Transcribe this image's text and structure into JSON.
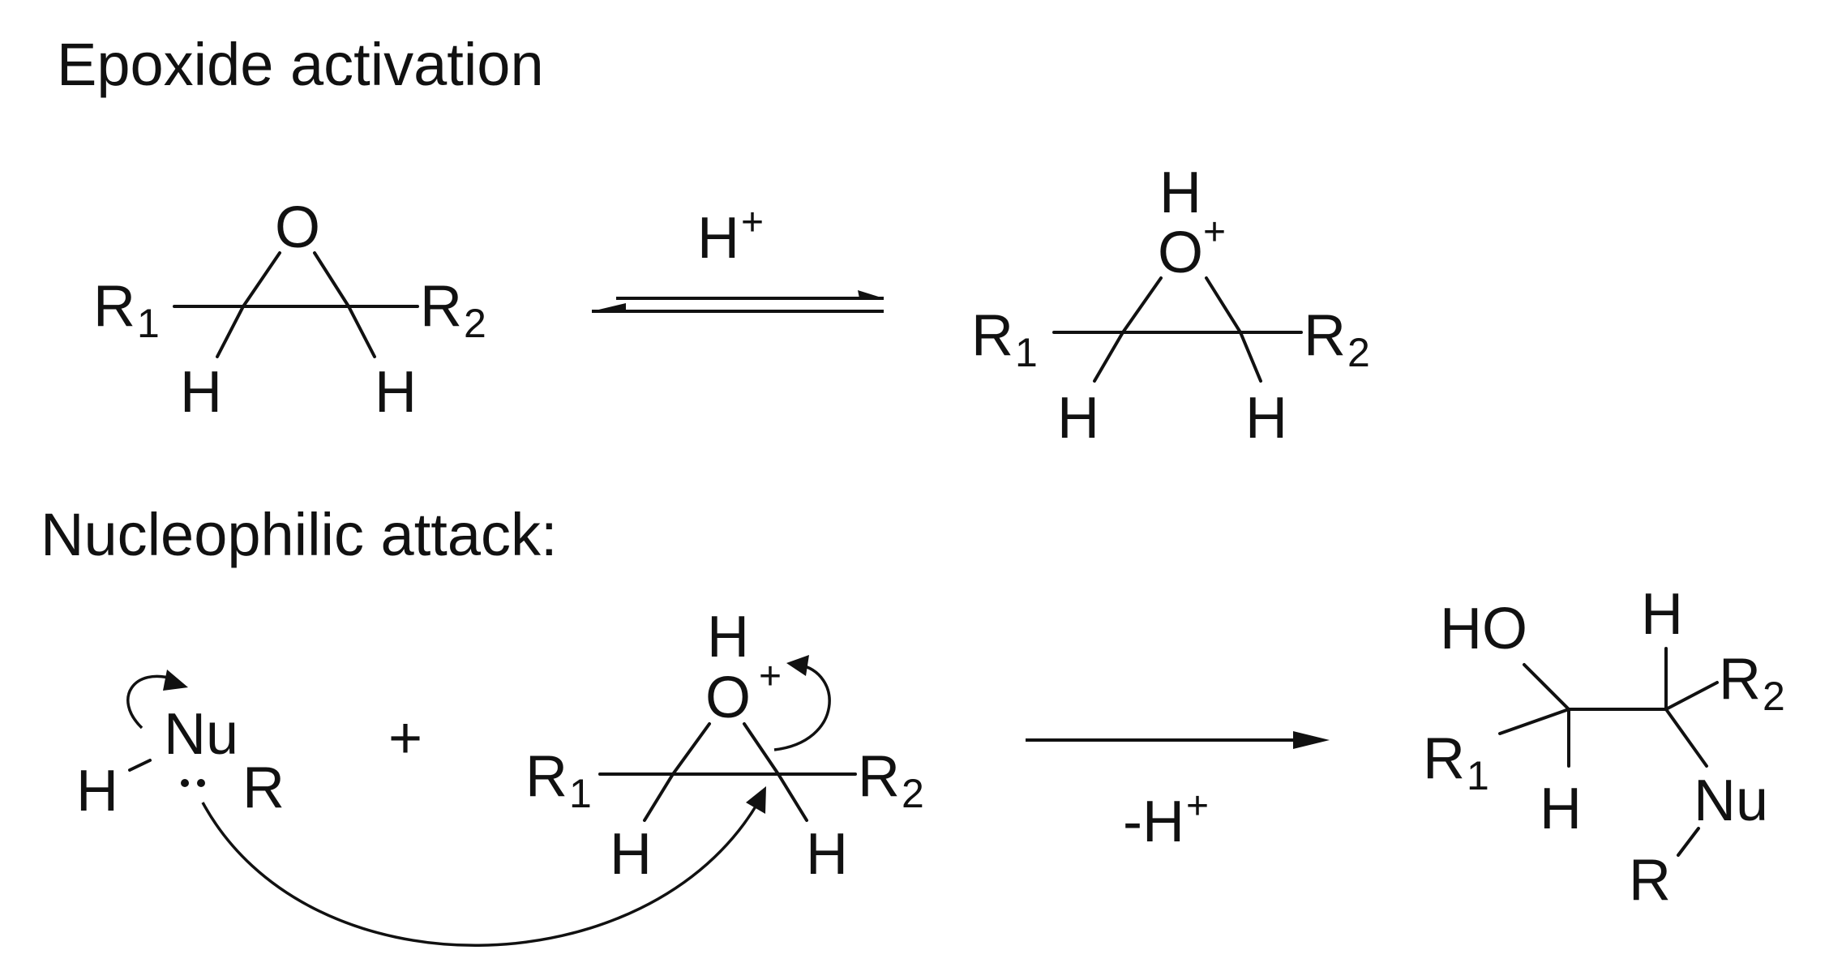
{
  "headings": {
    "activation": "Epoxide activation",
    "attack": "Nucleophilic attack:"
  },
  "atoms": {
    "O": "O",
    "H": "H",
    "R": "R",
    "R1_base": "R",
    "R1_sub": "1",
    "R2_base": "R",
    "R2_sub": "2",
    "Nu": "Nu",
    "HO": "HO",
    "plus_charge": "+"
  },
  "reagents": {
    "acid_H": "H",
    "acid_charge": "+",
    "minus_H": "-H",
    "minus_H_charge": "+",
    "plus_sign": "+"
  }
}
